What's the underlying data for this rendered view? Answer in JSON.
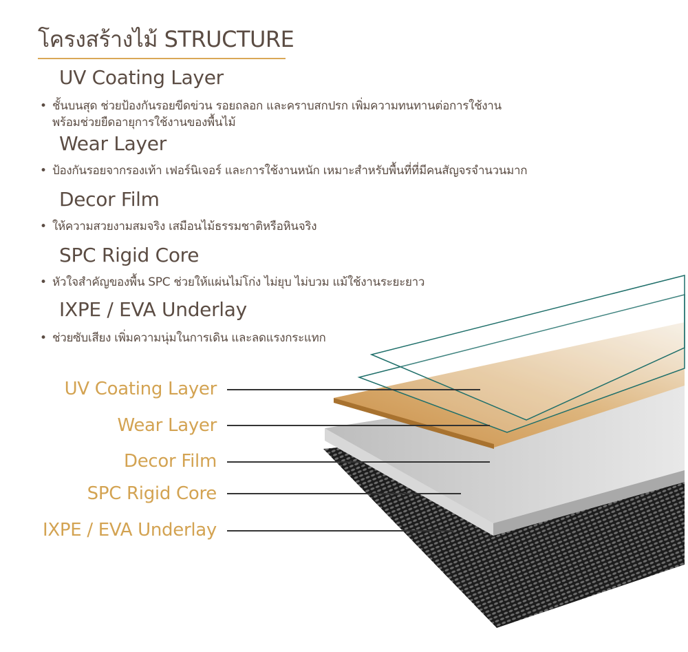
{
  "title": "โครงสร้างไม้ STRUCTURE",
  "layers": [
    {
      "name": "UV Coating Layer",
      "desc": [
        "ชั้นบนสุด ช่วยป้องกันรอยขีดข่วน รอยถลอก และคราบสกปรก เพิ่มความทนทานต่อการใช้งาน",
        "พร้อมช่วยยืดอายุการใช้งานของพื้นไม้"
      ]
    },
    {
      "name": "Wear Layer",
      "desc": [
        "ป้องกันรอยจากรองเท้า เฟอร์นิเจอร์ และการใช้งานหนัก เหมาะสำหรับพื้นที่ที่มีคนสัญจรจำนวนมาก"
      ]
    },
    {
      "name": "Decor Film",
      "desc": [
        "ให้ความสวยงามสมจริง เสมือนไม้ธรรมชาติหรือหินจริง"
      ]
    },
    {
      "name": "SPC Rigid Core",
      "desc": [
        "หัวใจสำคัญของพื้น SPC ช่วยให้แผ่นไม่โก่ง ไม่ยุบ ไม่บวม แม้ใช้งานระยะยาว"
      ]
    },
    {
      "name": "IXPE / EVA Underlay",
      "desc": [
        "ช่วยซับเสียง เพิ่มความนุ่มในการเดิน และลดแรงกระแทก"
      ]
    }
  ],
  "colors": {
    "heading": "#5b4c43",
    "accent": "#d3a352",
    "film_edge": "#1f6f6a"
  }
}
